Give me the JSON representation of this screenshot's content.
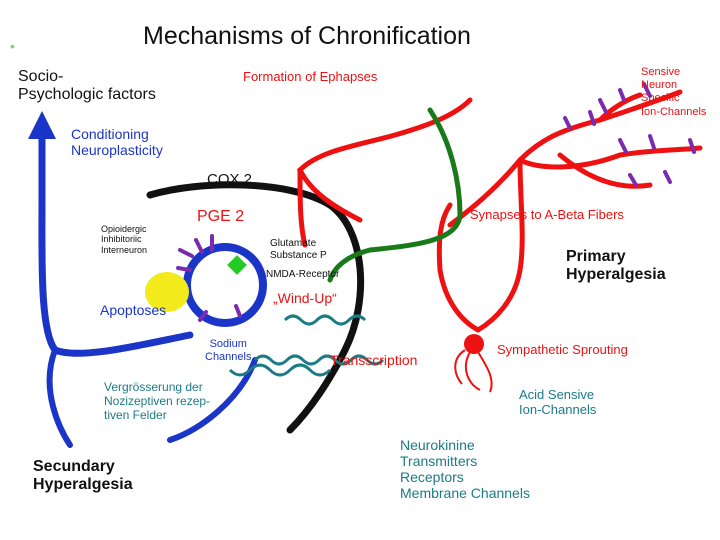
{
  "title": "Mechanisms of Chronification",
  "bullet": "•",
  "labels": {
    "socio": "Socio-\nPsychologic  factors",
    "ephapses": "Formation of Ephapses",
    "sensive": "Sensive\nNeuron\nSpecific\nIon-Channels",
    "conditioning": "Conditioning\nNeuroplasticity",
    "cox2": "COX 2",
    "pge2": "PGE  2",
    "synapses": "Synapses to A-Beta Fibers",
    "opioidergic": "Opioidergic\nInhibitoriic\nInterneuron",
    "glutamate": "Glutamate\nSubstance P",
    "nmda": "NMDA-Receptor",
    "primary": "Primary\nHyperalgesia",
    "windup": "„Wind-Up“",
    "apoptoses": "Apoptoses",
    "sodium": "Sodium\nChannels",
    "transscription": "Transscription",
    "sympathetic": "Sympathetic Sprouting",
    "vergroesserung": "Vergrösserung der\nNozizeptiven rezep-\ntiven Felder",
    "acid": "Acid Sensive\nIon-Channels",
    "secundary": "Secundary\nHyperalgesia",
    "neurokinine": "Neurokinine\nTransmitters\nReceptors\nMembrane Channels"
  },
  "colors": {
    "red": "#ee1111",
    "blue": "#1a35c8",
    "black": "#111111",
    "green": "#1a7a1a",
    "teal": "#1b7b86",
    "purple": "#7a2bb0",
    "yellow": "#f2ea1a",
    "bright_green": "#22cc22",
    "bullet_green": "#7fd07f"
  }
}
